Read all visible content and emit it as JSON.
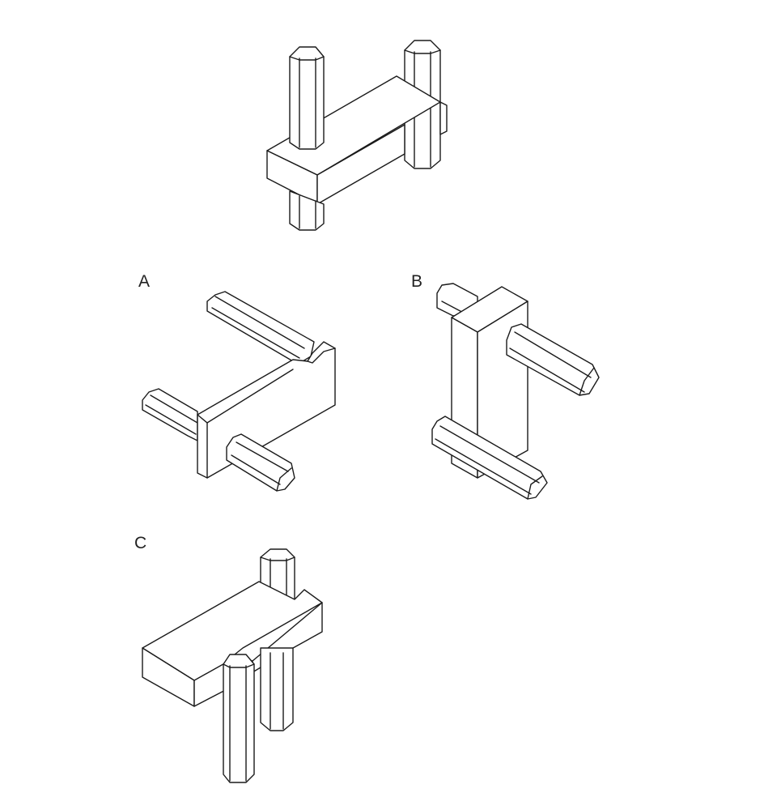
{
  "figure": {
    "reference_label": "",
    "options": [
      {
        "id": "A",
        "label": "A"
      },
      {
        "id": "B",
        "label": "B"
      },
      {
        "id": "C",
        "label": "C"
      }
    ]
  },
  "style": {
    "line_color": "#1a1a1a",
    "fill_color": "#ffffff"
  }
}
